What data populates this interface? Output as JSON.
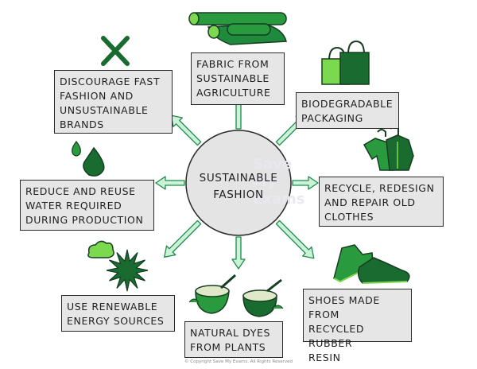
{
  "center": {
    "label": "Sustainable\nFashion"
  },
  "watermark": "Save My\nExams",
  "footer": "© Copyright Save My Exams. All Rights Reserved",
  "colors": {
    "arrow_fill": "#c9f2d7",
    "arrow_stroke": "#1f8a4c",
    "icon_dark": "#1a6b30",
    "icon_mid": "#2a9a3f",
    "icon_light": "#7cd84e",
    "box_fill": "#e6e6e6",
    "center_fill": "#e4e4e4"
  },
  "items": [
    {
      "text": "Fabric from\nsustainable\nagriculture",
      "icon": "fabric-rolls-icon"
    },
    {
      "text": "Biodegradable\npackaging",
      "icon": "shopping-bags-icon"
    },
    {
      "text": "Recycle, redesign\nand repair old\nclothes",
      "icon": "clothes-on-hanger-icon"
    },
    {
      "text": "Shoes made from\nrecycled rubber\nresin",
      "icon": "sneakers-icon"
    },
    {
      "text": "Natural dyes\nfrom plants",
      "icon": "dye-bowls-icon"
    },
    {
      "text": "Use renewable\nenergy sources",
      "icon": "sun-and-cloud-icon"
    },
    {
      "text": "Reduce and reuse\nwater required\nduring production",
      "icon": "water-drops-icon"
    },
    {
      "text": "Discourage fast\nfashion and\nunsustainable\nbrands",
      "icon": "cross-icon"
    }
  ]
}
